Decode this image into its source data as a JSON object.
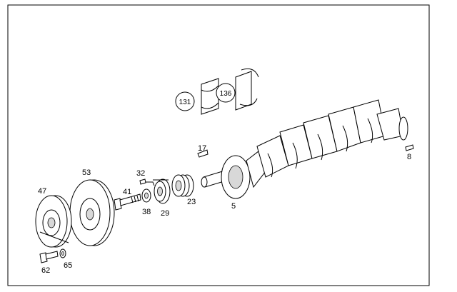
{
  "diagram": {
    "labels": [
      {
        "key": "47",
        "text": "47"
      },
      {
        "key": "53",
        "text": "53"
      },
      {
        "key": "41",
        "text": "41"
      },
      {
        "key": "32",
        "text": "32"
      },
      {
        "key": "38",
        "text": "38"
      },
      {
        "key": "29",
        "text": "29"
      },
      {
        "key": "23",
        "text": "23"
      },
      {
        "key": "17",
        "text": "17"
      },
      {
        "key": "5",
        "text": "5"
      },
      {
        "key": "8",
        "text": "8"
      },
      {
        "key": "62",
        "text": "62"
      },
      {
        "key": "65",
        "text": "65"
      },
      {
        "key": "131",
        "text": "131"
      },
      {
        "key": "136",
        "text": "136"
      }
    ]
  }
}
